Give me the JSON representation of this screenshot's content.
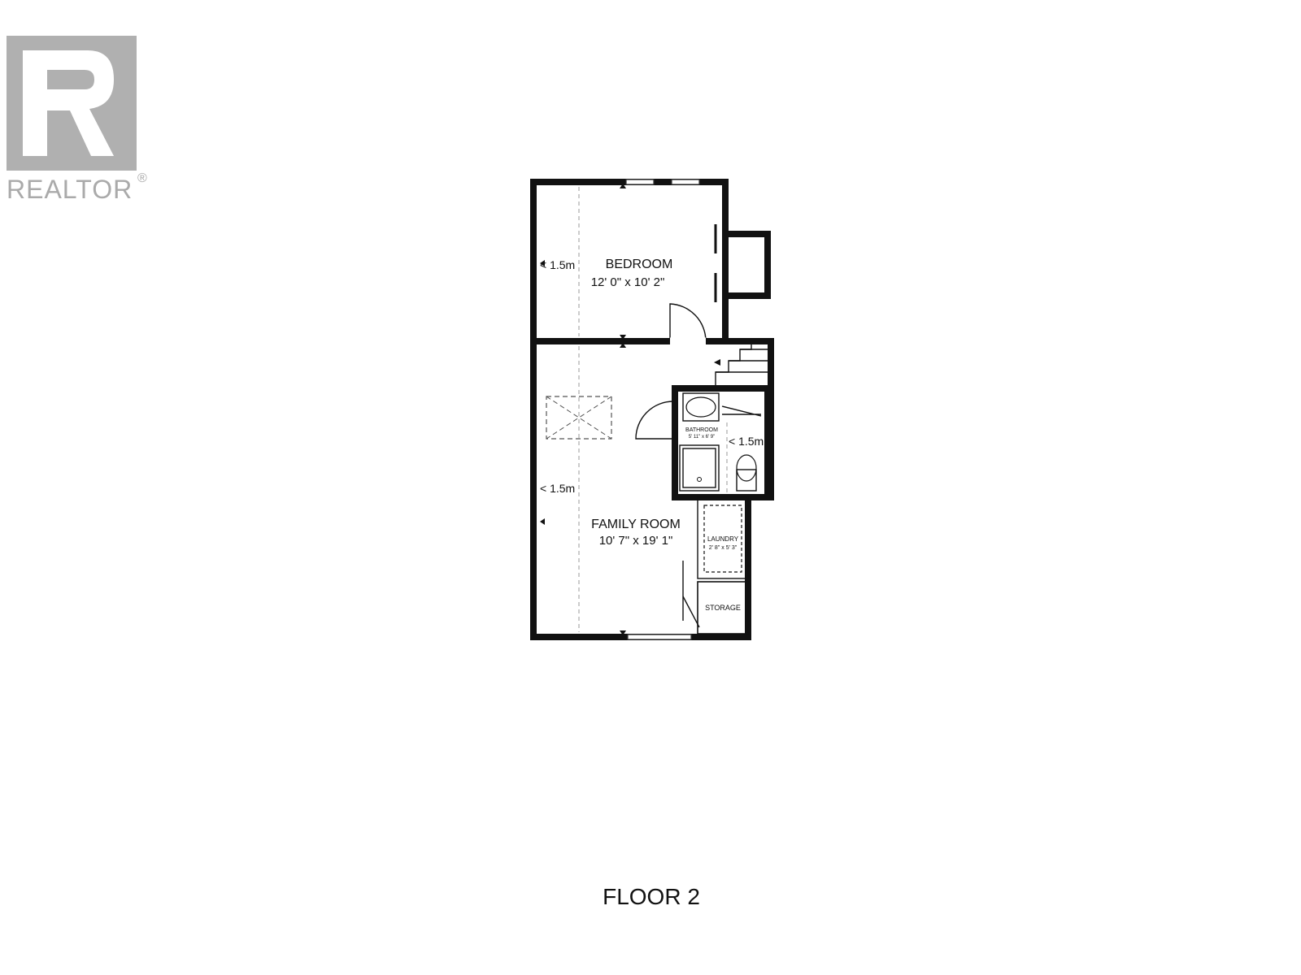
{
  "brand": {
    "name": "REALTOR",
    "registered_mark": "®",
    "logo_color": "#b0b0b0",
    "icon": "realtor-r-logo-icon"
  },
  "floor_label": "FLOOR 2",
  "rooms": {
    "bedroom": {
      "name": "BEDROOM",
      "dims": "12' 0\" x 10' 2\""
    },
    "family_room": {
      "name": "FAMILY ROOM",
      "dims": "10' 7\" x 19' 1\""
    },
    "bathroom": {
      "name": "BATHROOM",
      "dims": "5' 11\" x 6' 9\""
    },
    "laundry": {
      "name": "LAUNDRY",
      "dims": "2' 8\" x 5' 3\""
    },
    "storage": {
      "name": "STORAGE"
    }
  },
  "ceiling_marks": {
    "bedroom": "< 1.5m",
    "family_room": "< 1.5m",
    "bathroom": "< 1.5m"
  },
  "colors": {
    "wall": "#111111",
    "logo": "#b0b0b0"
  }
}
